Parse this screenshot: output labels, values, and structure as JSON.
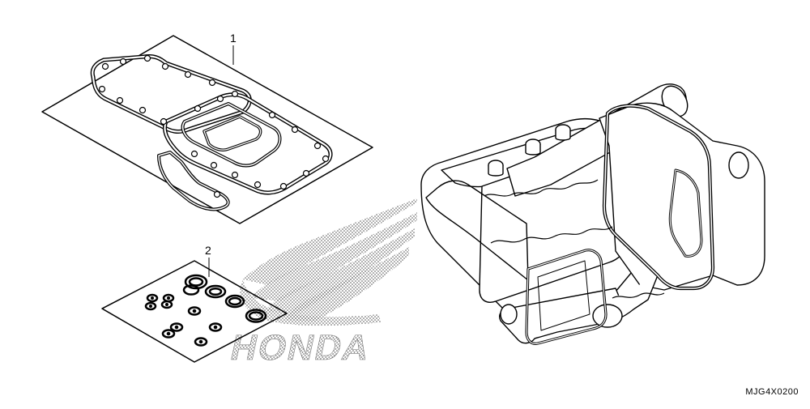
{
  "diagram": {
    "callouts": [
      {
        "number": "1",
        "part": "gasket-kit-a"
      },
      {
        "number": "2",
        "part": "gasket-kit-b"
      }
    ],
    "watermark_text": "HONDA",
    "drawing_code": "MJG4X0200"
  }
}
